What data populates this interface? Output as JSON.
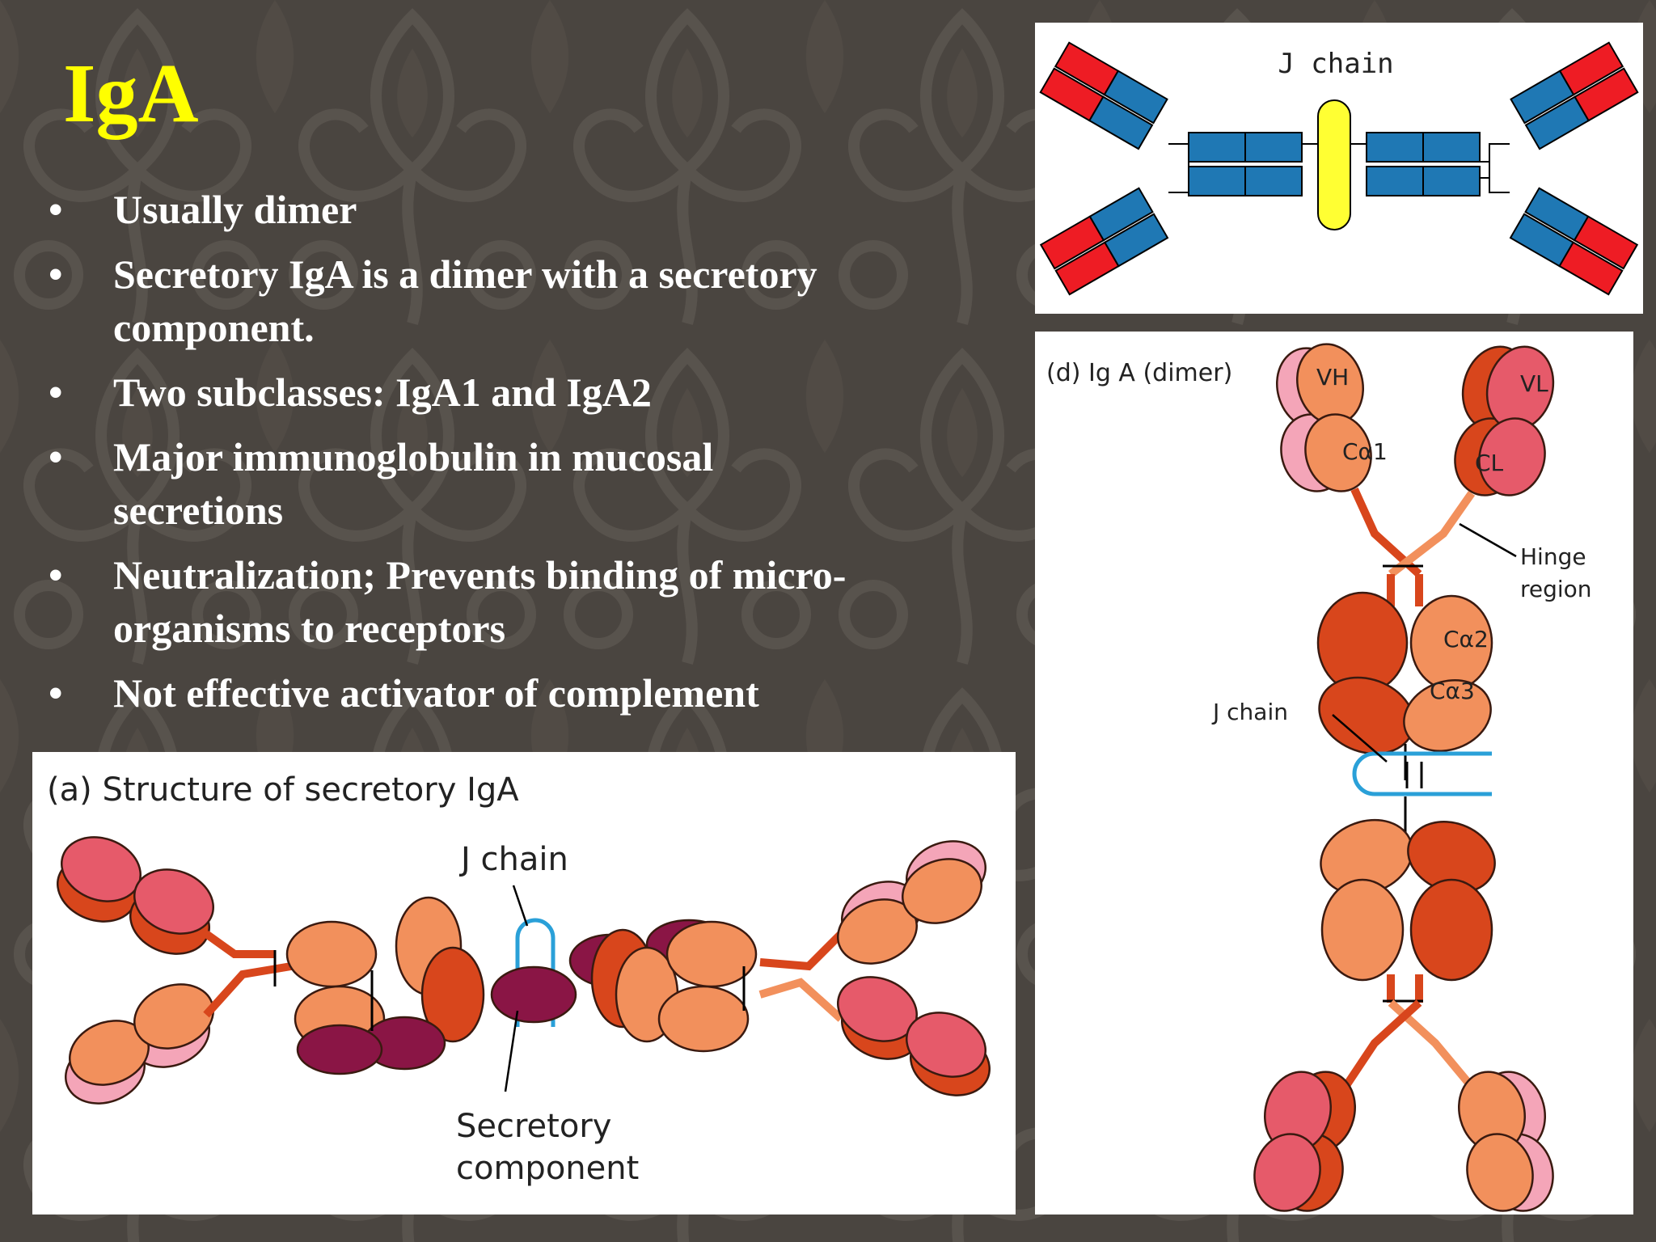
{
  "slide": {
    "title": "IgA",
    "bullets": [
      "Usually dimer",
      "Secretory IgA is a dimer with a secretory component.",
      "Two subclasses: IgA1 and IgA2",
      "Major immunoglobulin in mucosal secretions",
      "Neutralization; Prevents binding of micro-organisms to receptors",
      "Not effective activator of complement"
    ],
    "bullet_glyph": "•"
  },
  "top_figure": {
    "j_chain_label": "J chain"
  },
  "right_figure": {
    "caption": "(d) Ig A (dimer)",
    "vh_label": "VH",
    "vl_label": "VL",
    "ca1_label": "Cα1",
    "cl_label": "CL",
    "hinge_label_line1": "Hinge",
    "hinge_label_line2": "region",
    "ca2_label": "Cα2",
    "ca3_label": "Cα3",
    "j_chain_label": "J chain"
  },
  "bottom_figure": {
    "caption": "(a)  Structure of secretory IgA",
    "j_chain_label": "J chain",
    "secretory_line1": "Secretory",
    "secretory_line2": "component"
  },
  "colors": {
    "title": "#ffff00",
    "text": "#ffffff",
    "background": "#4a4540",
    "heavy_dark": "#d8461c",
    "heavy_light": "#f2905c",
    "light_chain": "#e65a6a",
    "pink": "#f4a5b8",
    "secretory": "#8a1545",
    "j_chain": "#2aa0d8",
    "schematic_blue": "#1f78b4",
    "schematic_red": "#ee1c24",
    "schematic_yellow": "#ffff33"
  }
}
